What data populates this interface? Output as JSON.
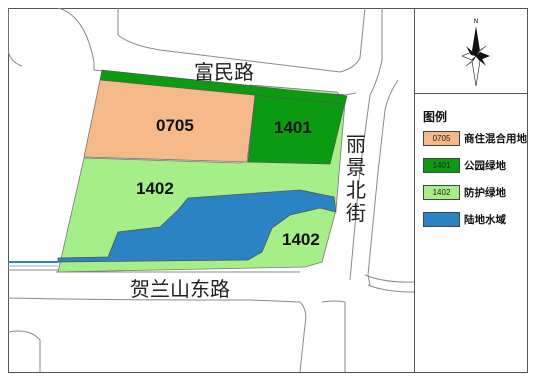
{
  "roads": {
    "north": "富民路",
    "east": "丽景北街",
    "south": "贺兰山东路"
  },
  "parcels": [
    {
      "code": "0705",
      "type": "commercial_residential"
    },
    {
      "code": "1401",
      "type": "park"
    },
    {
      "code": "1402",
      "type": "protective"
    },
    {
      "code": "1402",
      "type": "protective"
    }
  ],
  "compass": {
    "label": "N"
  },
  "legend": {
    "title": "图例",
    "items": [
      {
        "code": "0705",
        "label": "商住混合用地",
        "color": "#f6b98a"
      },
      {
        "code": "1401",
        "label": "公园绿地",
        "color": "#0a9b12"
      },
      {
        "code": "1402",
        "label": "防护绿地",
        "color": "#a6ef88"
      },
      {
        "code": "",
        "label": "陆地水域",
        "color": "#2a83c3"
      }
    ]
  },
  "colors": {
    "commercial": "#f6b98a",
    "park": "#0a9b12",
    "protective": "#a6ef88",
    "water": "#2a83c3",
    "road_line": "#8a8a8a"
  }
}
